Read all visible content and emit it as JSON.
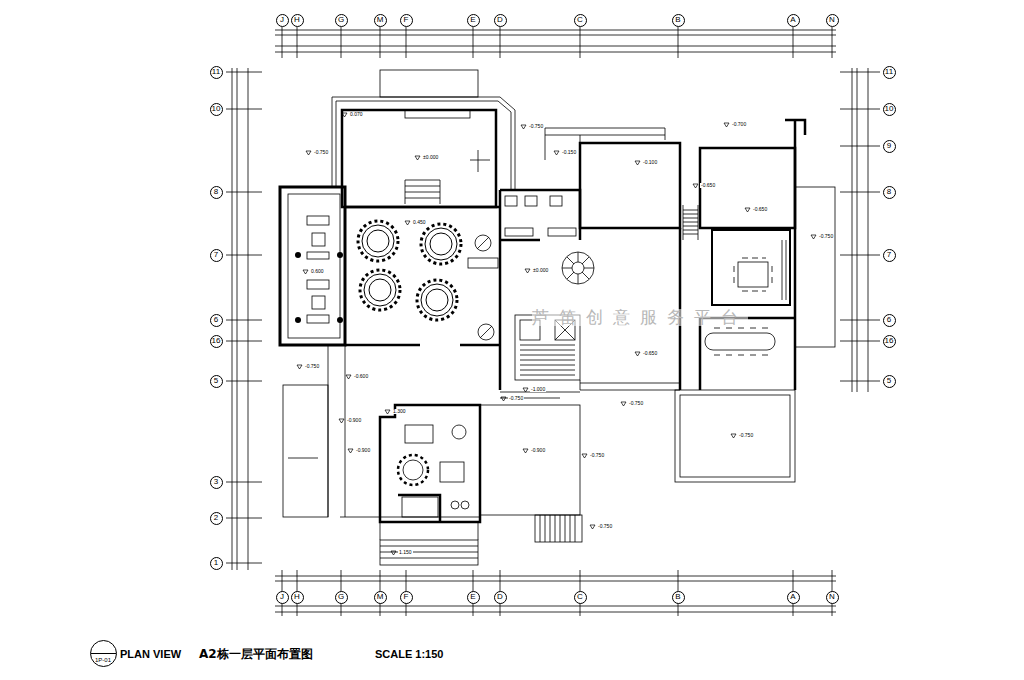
{
  "diagram": {
    "title": "A2栋一层平面布置图",
    "nodes": [
      {
        "text": [
          "J"
        ]
      },
      {
        "text": [
          "H"
        ]
      },
      {
        "text": [
          "G"
        ]
      },
      {
        "text": [
          "M"
        ]
      },
      {
        "text": [
          "F"
        ]
      },
      {
        "text": [
          "E"
        ]
      },
      {
        "text": [
          "D"
        ]
      },
      {
        "text": [
          "C"
        ]
      },
      {
        "text": [
          "B"
        ]
      },
      {
        "text": [
          "A"
        ]
      },
      {
        "text": [
          "N"
        ]
      },
      {
        "text": [
          "11"
        ]
      },
      {
        "text": [
          "10"
        ]
      },
      {
        "text": [
          "8"
        ]
      },
      {
        "text": [
          "7"
        ]
      },
      {
        "text": [
          "6"
        ]
      },
      {
        "text": [
          "16"
        ]
      },
      {
        "text": [
          "5"
        ]
      },
      {
        "text": [
          "3"
        ]
      },
      {
        "text": [
          "2"
        ]
      },
      {
        "text": [
          "1"
        ]
      },
      {
        "text": [
          "11"
        ]
      },
      {
        "text": [
          "10"
        ]
      },
      {
        "text": [
          "9"
        ]
      },
      {
        "text": [
          "8"
        ]
      },
      {
        "text": [
          "7"
        ]
      },
      {
        "text": [
          "6"
        ]
      },
      {
        "text": [
          "16"
        ]
      },
      {
        "text": [
          "5"
        ]
      },
      {
        "text": [
          "J"
        ]
      },
      {
        "text": [
          "H"
        ]
      },
      {
        "text": [
          "G"
        ]
      },
      {
        "text": [
          "M"
        ]
      },
      {
        "text": [
          "F"
        ]
      },
      {
        "text": [
          "E"
        ]
      },
      {
        "text": [
          "D"
        ]
      },
      {
        "text": [
          "C"
        ]
      },
      {
        "text": [
          "B"
        ]
      },
      {
        "text": [
          "A"
        ]
      },
      {
        "text": [
          "N"
        ]
      },
      {
        "text": [
          "1P-01"
        ]
      }
    ],
    "labels": [
      "PLAN VIEW",
      "SCALE 1:150",
      "-0.750",
      "0.070",
      "±0.000",
      "0.450",
      "0.600",
      "-0.750",
      "-0.150",
      "-0.100",
      "-0.700",
      "-0.650",
      "-0.650",
      "-0.750",
      "±0.000",
      "-0.650",
      "-0.750",
      "-0.600",
      "-0.900",
      "-0.900",
      "1.300",
      "-1.000",
      "-0.750",
      "-0.900",
      "-0.750",
      "-0.750",
      "-0.750",
      "-0.750",
      "1.150",
      "芦笛创意服务平台"
    ]
  }
}
